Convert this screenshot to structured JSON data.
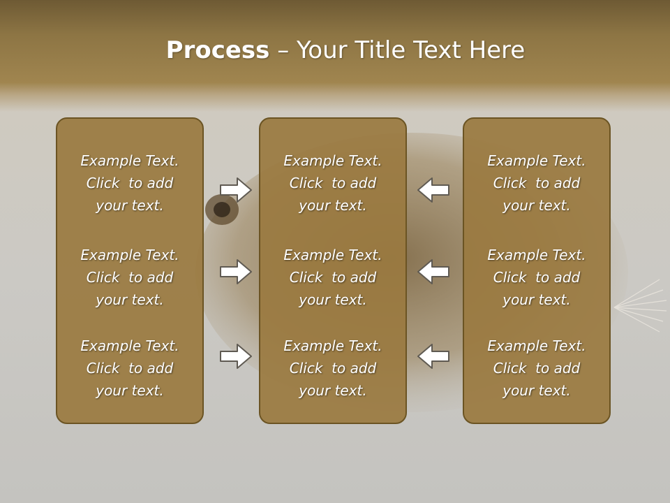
{
  "title": {
    "bold": "Process",
    "dash": " – ",
    "rest": "Your Title Text Here"
  },
  "columns": [
    {
      "items": [
        [
          "Example Text.",
          "Click  to add",
          "your text."
        ],
        [
          "Example Text.",
          "Click  to add",
          "your text."
        ],
        [
          "Example Text.",
          "Click  to add",
          "your text."
        ]
      ]
    },
    {
      "items": [
        [
          "Example Text.",
          "Click  to add",
          "your text."
        ],
        [
          "Example Text.",
          "Click  to add",
          "your text."
        ],
        [
          "Example Text.",
          "Click  to add",
          "your text."
        ]
      ]
    },
    {
      "items": [
        [
          "Example Text.",
          "Click  to add",
          "your text."
        ],
        [
          "Example Text.",
          "Click  to add",
          "your text."
        ],
        [
          "Example Text.",
          "Click  to add",
          "your text."
        ]
      ]
    }
  ],
  "colors": {
    "panel_fill": "#9a7a40",
    "panel_border": "#6b5423",
    "header_band": "#8d7544",
    "arrow_fill": "#ffffff",
    "arrow_stroke": "#5f5a52"
  },
  "icons": {
    "left_arrows": "arrow-right-icon",
    "right_arrows": "arrow-left-icon"
  }
}
